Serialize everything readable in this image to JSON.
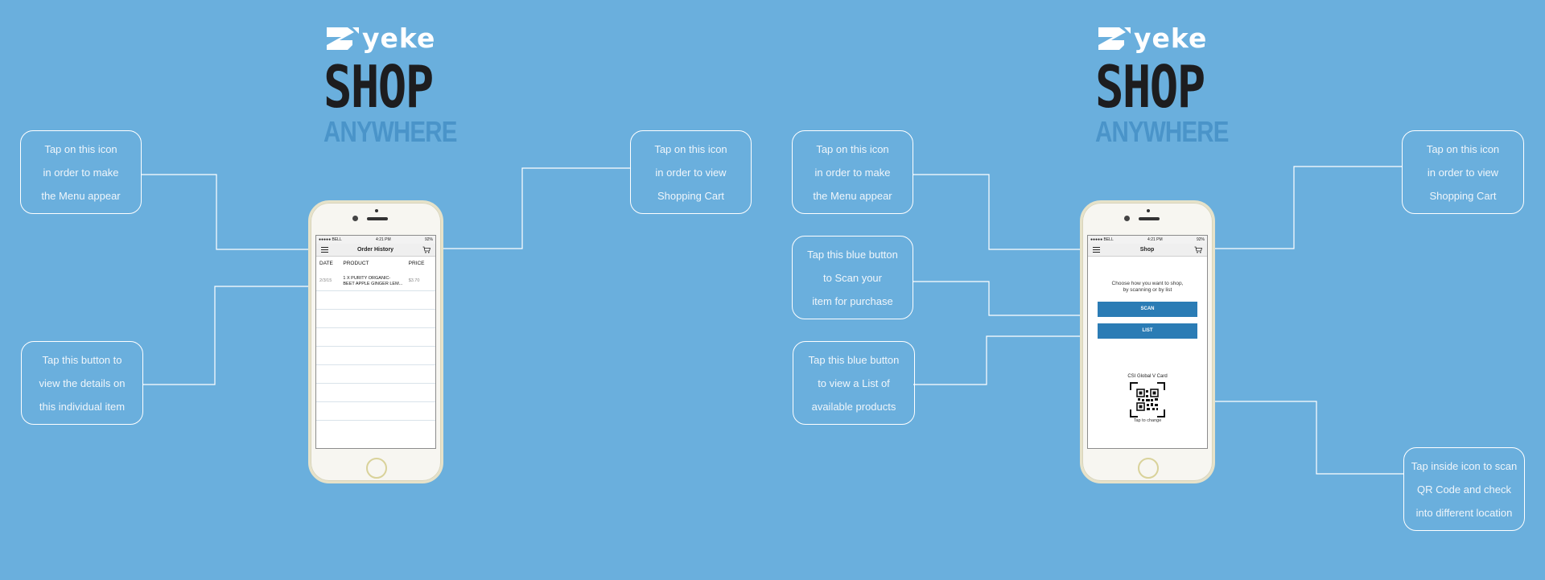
{
  "brand": {
    "logo_text": "yeke",
    "shop_title": "SHOP",
    "tagline": "ANYWHERE"
  },
  "colors": {
    "background": "#6aafdd",
    "button_blue": "#2b7cb5",
    "tagline": "#4a94c9"
  },
  "phone_left": {
    "status": {
      "carrier": "●●●●● BELL",
      "time": "4:21 PM",
      "battery": "92%"
    },
    "nav_title": "Order History",
    "columns": [
      "DATE",
      "PRODUCT",
      "PRICE"
    ],
    "rows": [
      {
        "date": "2/3/15",
        "product_line1": "1 X PURITY ORGANIC-",
        "product_line2": "BEET APPLE GINGER LEM...",
        "price": "$3.70"
      }
    ]
  },
  "phone_right": {
    "status": {
      "carrier": "●●●●● BELL",
      "time": "4:21 PM",
      "battery": "92%"
    },
    "nav_title": "Shop",
    "instruction_line1": "Choose how you want to shop,",
    "instruction_line2": "by scanning or by list",
    "scan_label": "SCAN",
    "list_label": "LIST",
    "card_label": "CSI Global V Card",
    "tap_change": "Tap to change"
  },
  "callouts": {
    "left_menu": [
      "Tap on this icon",
      "in order to make",
      "the Menu appear"
    ],
    "left_details": [
      "Tap this button to",
      "view the details on",
      "this individual item"
    ],
    "left_cart": [
      "Tap on this icon",
      "in order to view",
      "Shopping Cart"
    ],
    "right_menu": [
      "Tap on this icon",
      "in order to make",
      "the Menu appear"
    ],
    "right_scan": [
      "Tap this blue button",
      "to Scan your",
      "item for purchase"
    ],
    "right_list": [
      "Tap this blue button",
      "to view a List of",
      "available products"
    ],
    "right_cart": [
      "Tap on this icon",
      "in order to view",
      "Shopping Cart"
    ],
    "right_qr": [
      "Tap inside icon to scan",
      "QR Code and check",
      "into different location"
    ]
  }
}
